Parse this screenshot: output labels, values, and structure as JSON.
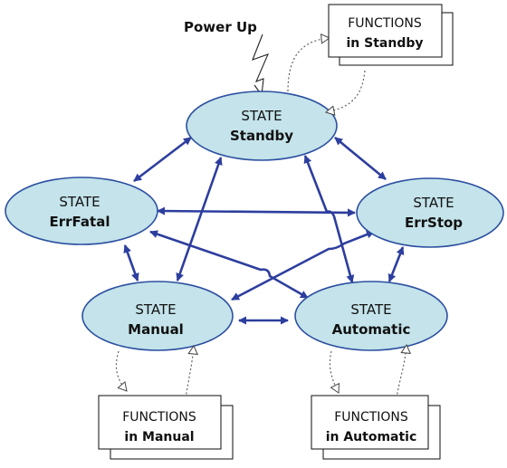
{
  "states": {
    "standby": {
      "kw": "STATE",
      "name": "Standby"
    },
    "errfatal": {
      "kw": "STATE",
      "name": "ErrFatal"
    },
    "errstop": {
      "kw": "STATE",
      "name": "ErrStop"
    },
    "manual": {
      "kw": "STATE",
      "name": "Manual"
    },
    "automatic": {
      "kw": "STATE",
      "name": "Automatic"
    }
  },
  "function_boxes": {
    "standby": {
      "kw": "FUNCTIONS",
      "name": "in Standby"
    },
    "manual": {
      "kw": "FUNCTIONS",
      "name": "in Manual"
    },
    "automatic": {
      "kw": "FUNCTIONS",
      "name": "in Automatic"
    }
  },
  "power_up": {
    "label": "Power Up"
  },
  "colors": {
    "state_fill": "#c4e3ea",
    "state_stroke": "#2b4fa0",
    "transition_arrow": "#2d3e9e",
    "dotted_arrow": "#555555"
  }
}
